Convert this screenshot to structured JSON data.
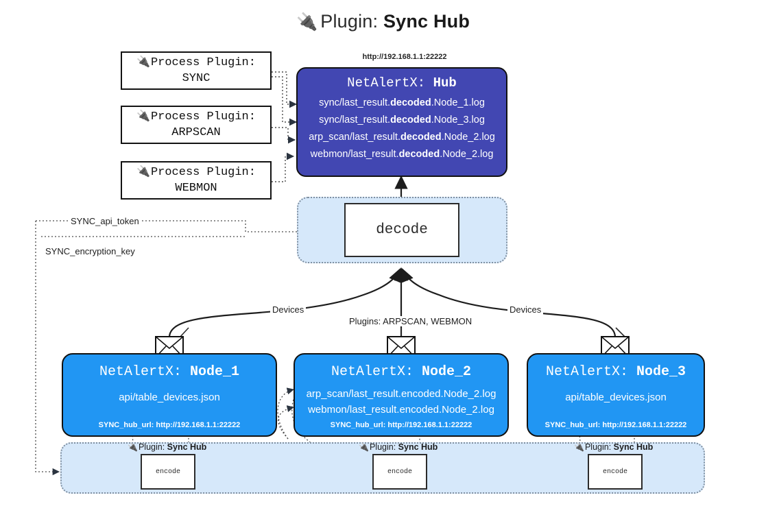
{
  "title": {
    "icon": "plug-icon",
    "prefix": "Plugin:",
    "name": "Sync Hub"
  },
  "process_plugins": [
    {
      "icon": "plug-icon",
      "line1": "Process Plugin:",
      "line2": "SYNC"
    },
    {
      "icon": "plug-icon",
      "line1": "Process Plugin:",
      "line2": "ARPSCAN"
    },
    {
      "icon": "plug-icon",
      "line1": "Process Plugin:",
      "line2": "WEBMON"
    }
  ],
  "hub": {
    "url": "http://192.168.1.1:22222",
    "title_prefix": "NetAlertX:",
    "title_name": "Hub",
    "logs": [
      {
        "pre": "sync/last_result.",
        "mid": "decoded",
        "post": ".Node_1.log"
      },
      {
        "pre": "sync/last_result.",
        "mid": "decoded",
        "post": ".Node_3.log"
      },
      {
        "pre": "arp_scan/last_result.",
        "mid": "decoded",
        "post": ".Node_2.log"
      },
      {
        "pre": "webmon/last_result.",
        "mid": "decoded",
        "post": ".Node_2.log"
      }
    ]
  },
  "decode": {
    "label": "decode"
  },
  "secrets": [
    {
      "label": "SYNC_api_token"
    },
    {
      "label": "SYNC_encryption_key"
    }
  ],
  "edge_labels": {
    "devices_left": "Devices",
    "devices_right": "Devices",
    "plugins_center": "Plugins: ARPSCAN, WEBMON"
  },
  "nodes": [
    {
      "title_prefix": "NetAlertX:",
      "title_name": "Node_1",
      "lines": [
        "api/table_devices.json"
      ],
      "footer": "SYNC_hub_url: http://192.168.1.1:22222",
      "envelope": "envelope-icon"
    },
    {
      "title_prefix": "NetAlertX:",
      "title_name": "Node_2",
      "lines": [
        "arp_scan/last_result.encoded.Node_2.log",
        "webmon/last_result.encoded.Node_2.log"
      ],
      "footer": "SYNC_hub_url: http://192.168.1.1:22222",
      "envelope": "envelope-icon"
    },
    {
      "title_prefix": "NetAlertX:",
      "title_name": "Node_3",
      "lines": [
        "api/table_devices.json"
      ],
      "footer": "SYNC_hub_url: http://192.168.1.1:22222",
      "envelope": "envelope-icon"
    }
  ],
  "encoders": [
    {
      "plugin_prefix": "Plugin:",
      "plugin_name": "Sync Hub",
      "label": "encode",
      "icon": "plug-icon"
    },
    {
      "plugin_prefix": "Plugin:",
      "plugin_name": "Sync Hub",
      "label": "encode",
      "icon": "plug-icon"
    },
    {
      "plugin_prefix": "Plugin:",
      "plugin_name": "Sync Hub",
      "label": "encode",
      "icon": "plug-icon"
    }
  ],
  "colors": {
    "hub_fill": "#4247b2",
    "node_fill": "#2196f3",
    "container_fill": "#d6e8fa",
    "stroke": "#111111"
  }
}
